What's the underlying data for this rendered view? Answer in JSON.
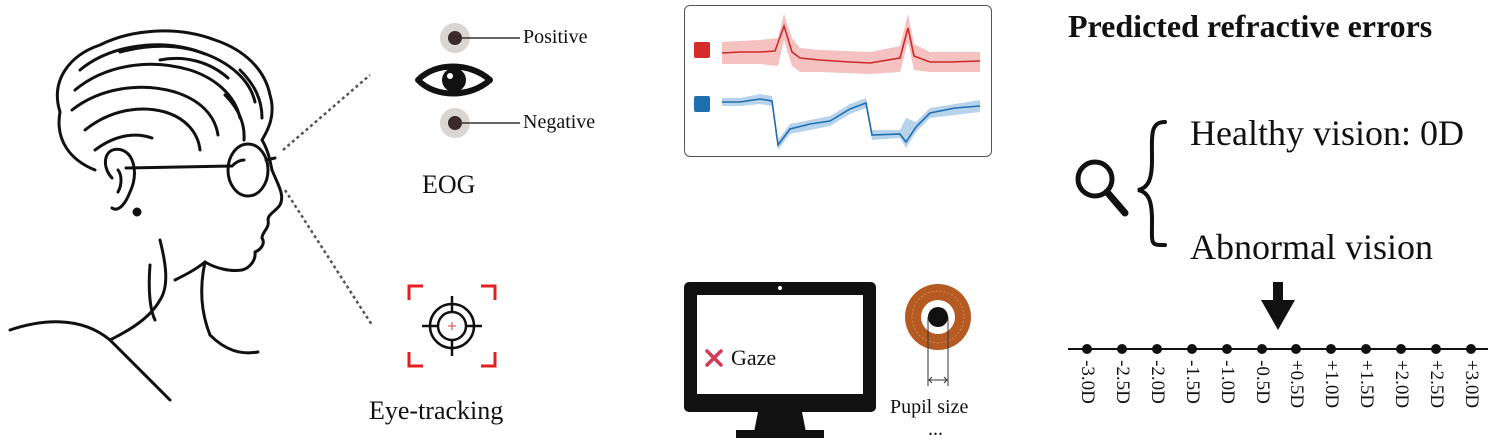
{
  "title": "Predicted refractive errors",
  "healthy_label": "Healthy vision: 0D",
  "abnormal_label": "Abnormal vision",
  "eog": {
    "label": "EOG",
    "positive_label": "Positive",
    "negative_label": "Negative"
  },
  "eye_tracking": {
    "label": "Eye-tracking",
    "gaze_label": "Gaze",
    "pupil_label": "Pupil size",
    "ellipsis": "..."
  },
  "scale_ticks": [
    "-3.0D",
    "-2.5D",
    "-2.0D",
    "-1.5D",
    "-1.0D",
    "-0.5D",
    "+0.5D",
    "+1.0D",
    "+1.5D",
    "+2.0D",
    "+2.5D",
    "+3.0D"
  ],
  "colors": {
    "red_signal": "#d62b2b",
    "blue_signal": "#1f6fb0",
    "target_red": "#e02020",
    "gaze_cross": "#d43a55",
    "iris": "#b55a22"
  },
  "icons": [
    "person-head-icon",
    "eye-icon",
    "target-icon",
    "monitor-icon",
    "pupil-icon",
    "magnifier-icon",
    "down-arrow-icon"
  ]
}
